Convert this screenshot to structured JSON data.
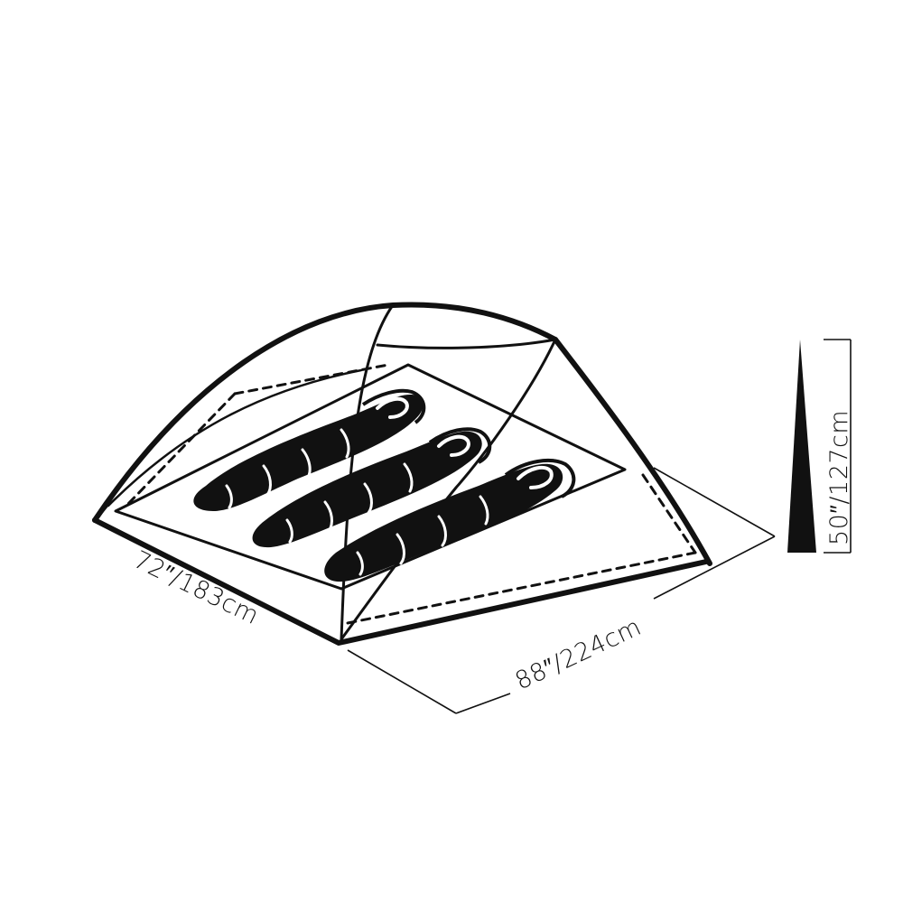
{
  "diagram": {
    "subject": "three-person tent floor plan with sleeping bags",
    "sleeping_bag_count": 3,
    "line_color": "#111111",
    "fill_color": "#111111",
    "background": "#ffffff",
    "dimensions": {
      "width": "72″/183cm",
      "length": "88″/224cm",
      "height": "50″/127cm"
    }
  }
}
